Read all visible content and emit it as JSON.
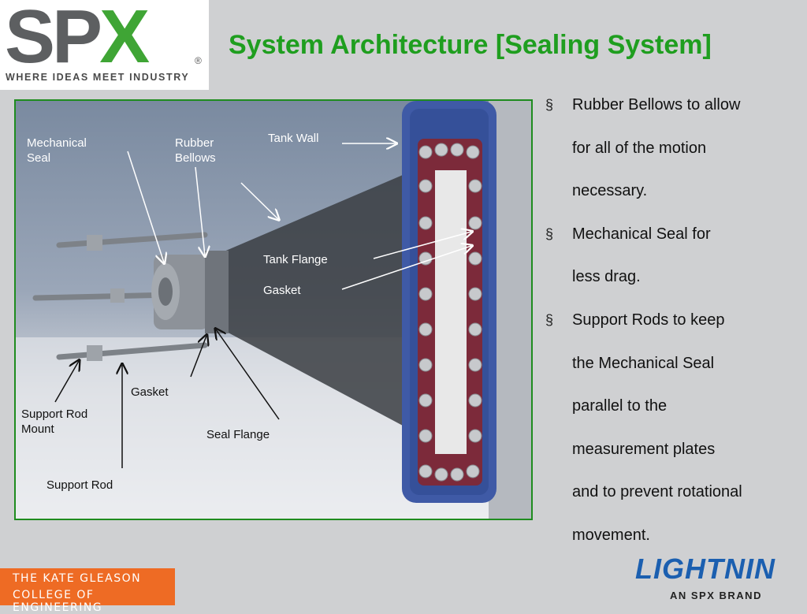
{
  "logo": {
    "word_sp": "SP",
    "word_x": "X",
    "registered": "®",
    "tagline": "WHERE IDEAS MEET INDUSTRY"
  },
  "title": "System Architecture [Sealing System]",
  "figure": {
    "labels": {
      "mechanical_seal": "Mechanical\nSeal",
      "rubber_bellows": "Rubber\nBellows",
      "tank_wall": "Tank Wall",
      "tank_flange": "Tank Flange",
      "gasket_upper": "Gasket",
      "gasket_lower": "Gasket",
      "support_rod_mount": "Support Rod\nMount",
      "seal_flange": "Seal Flange",
      "support_rod": "Support Rod"
    }
  },
  "bullets": {
    "marker": "§",
    "items": [
      {
        "lines": [
          "Rubber Bellows to allow",
          "for all of the motion",
          "necessary."
        ]
      },
      {
        "lines": [
          "Mechanical Seal for",
          "less drag."
        ]
      },
      {
        "lines": [
          "Support Rods to keep",
          "the Mechanical Seal",
          "parallel to the",
          "measurement plates",
          "and to prevent rotational",
          "movement."
        ]
      }
    ]
  },
  "footer": {
    "kgce_line1": "THE KATE GLEASON",
    "kgce_line2": "COLLEGE OF ENGINEERING",
    "lightnin": "LIGHTNIN",
    "lightnin_sub": "AN SPX BRAND"
  },
  "colors": {
    "title_green": "#1f9e1f",
    "spx_gray": "#5d5f61",
    "spx_green": "#3fa535",
    "kgce_orange": "#ee6b24",
    "lightnin_blue": "#1b5fb0"
  }
}
